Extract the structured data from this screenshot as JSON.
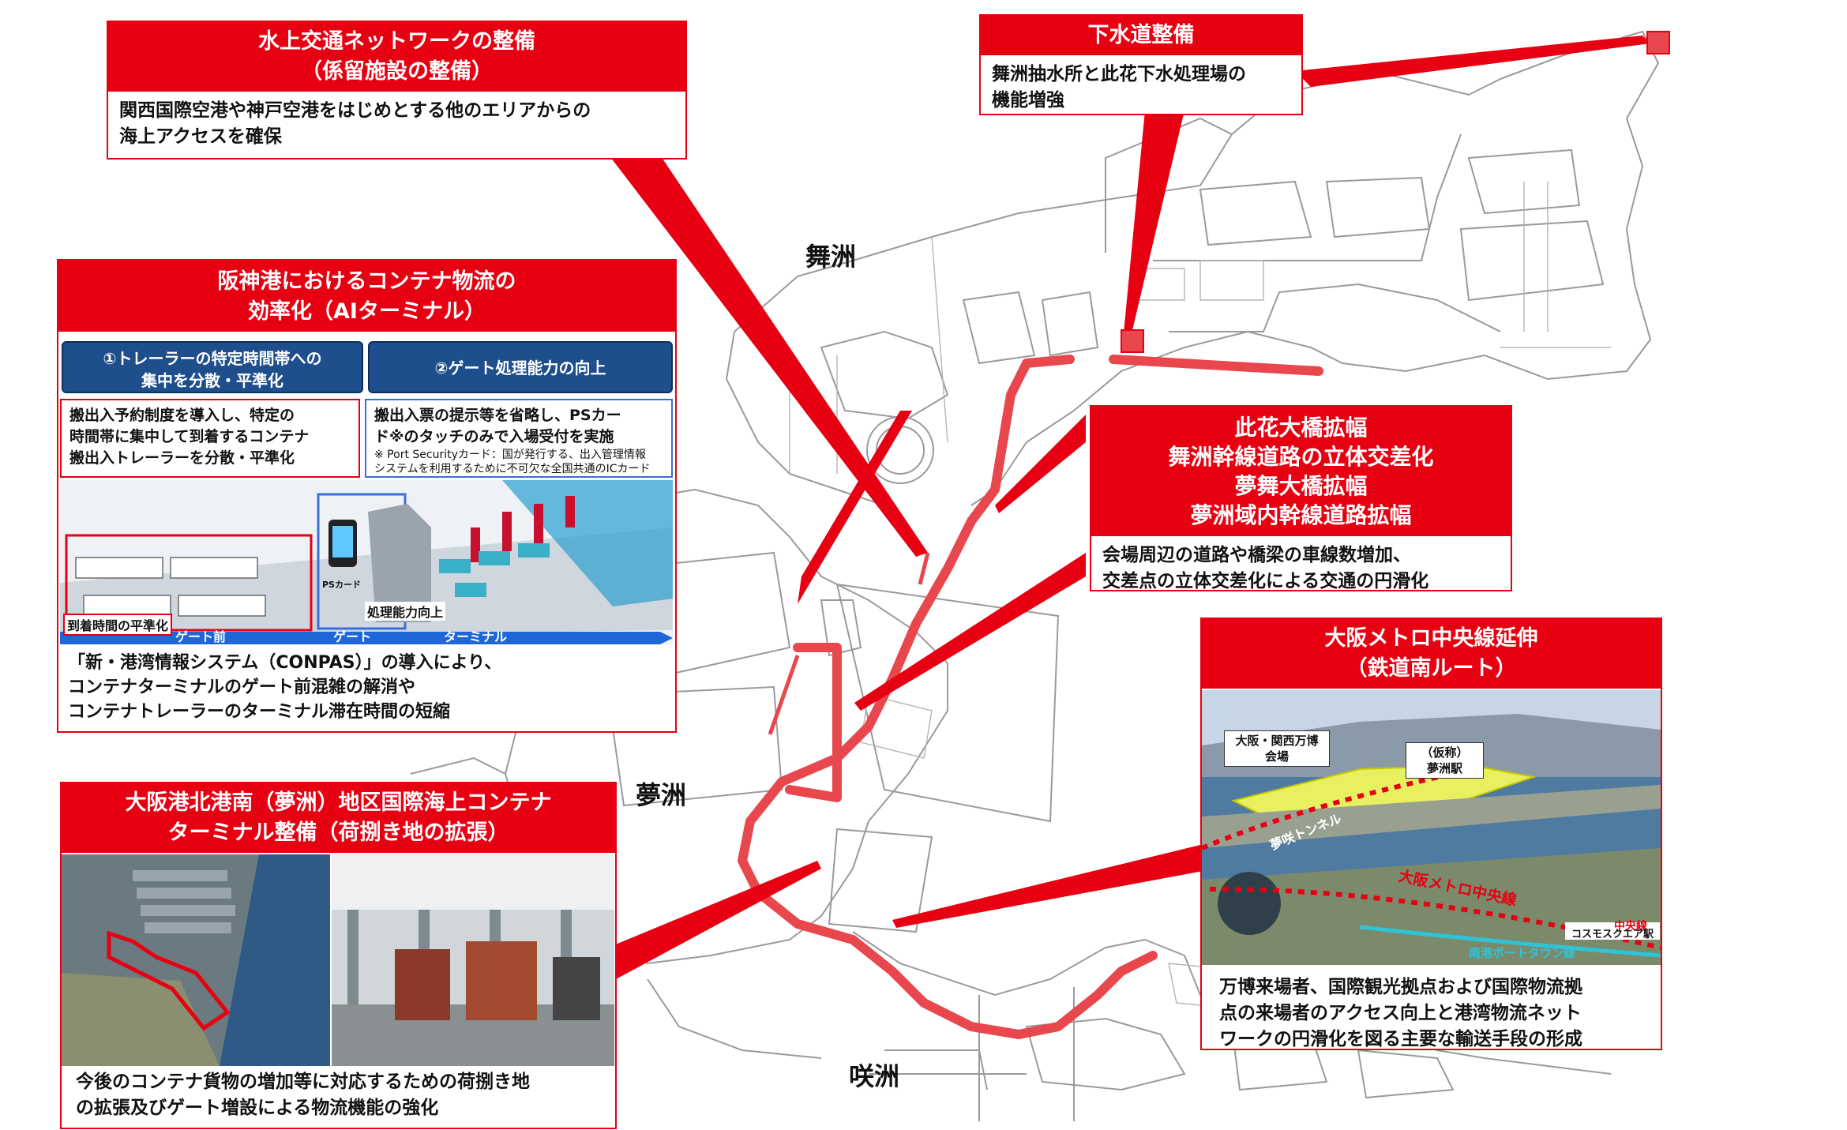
{
  "places": {
    "maishima": "舞洲",
    "yumeshima": "夢洲",
    "sakishima": "咲洲"
  },
  "water": {
    "title_line1": "水上交通ネットワークの整備",
    "title_line2": "（係留施設の整備）",
    "text_line1": "関西国際空港や神戸空港をはじめとする他のエリアからの",
    "text_line2": "海上アクセスを確保"
  },
  "sewer": {
    "title": "下水道整備",
    "text_line1": "舞洲抽水所と此花下水処理場の",
    "text_line2": "機能増強"
  },
  "ai": {
    "title_line1": "阪神港におけるコンテナ物流の",
    "title_line2": "効率化（AIターミナル）",
    "head1_line1": "①トレーラーの特定時間帯への",
    "head1_line2": "集中を分散・平準化",
    "head2": "②ゲート処理能力の向上",
    "text1_line1": "搬出入予約制度を導入し、特定の",
    "text1_line2": "時間帯に集中して到着するコンテナ",
    "text1_line3": "搬出入トレーラーを分散・平準化",
    "text2_line1": "搬出入票の提示等を省略し、PSカー",
    "text2_line2": "ド※のタッチのみで入場受付を実施",
    "note_line1": "※ Port Securityカード：国が発行する、出入管理情報",
    "note_line2": "システムを利用するために不可欠な全国共通のICカード",
    "tag_arrival": "到着時間の平準化",
    "tag_gate_front": "ゲート前",
    "tag_gate": "ゲート",
    "tag_terminal": "ターミナル",
    "tag_capacity": "処理能力向上",
    "tag_pscard": "PSカード",
    "text3_line1": "「新・港湾情報システム（CONPAS）」の導入により、",
    "text3_line2": "コンテナターミナルのゲート前混雑の解消や",
    "text3_line3": "コンテナトレーラーのターミナル滞在時間の短縮"
  },
  "bridge": {
    "title_line1": "此花大橋拡幅",
    "title_line2": "舞洲幹線道路の立体交差化",
    "title_line3": "夢舞大橋拡幅",
    "title_line4": "夢洲域内幹線道路拡幅",
    "text_line1": "会場周辺の道路や橋梁の車線数増加、",
    "text_line2": "交差点の立体交差化による交通の円滑化"
  },
  "metro": {
    "title_line1": "大阪メトロ中央線延伸",
    "title_line2": "（鉄道南ルート）",
    "photo_expo_line1": "大阪・関西万博",
    "photo_expo_line2": "会場",
    "photo_station_line1": "（仮称）",
    "photo_station_line2": "夢洲駅",
    "photo_tunnel": "夢咲トンネル",
    "photo_chuo": "大阪メトロ中央線",
    "photo_chuo_short": "中央線",
    "photo_nanko": "南港ポートタウン線",
    "photo_cosmo": "コスモスクエア駅",
    "text_line1": "万博来場者、国際観光拠点および国際物流拠",
    "text_line2": "点の来場者のアクセス向上と港湾物流ネット",
    "text_line3": "ワークの円滑化を図る主要な輸送手段の形成"
  },
  "terminal": {
    "title_line1": "大阪港北港南（夢洲）地区国際海上コンテナ",
    "title_line2": "ターミナル整備（荷捌き地の拡張）",
    "text_line1": "今後のコンテナ貨物の増加等に対応するための荷捌き地",
    "text_line2": "の拡張及びゲート増設による物流機能の強化"
  },
  "colors": {
    "accent_red": "#e60012",
    "navy": "#1f4e8c",
    "map_line": "#8a8a8a"
  }
}
